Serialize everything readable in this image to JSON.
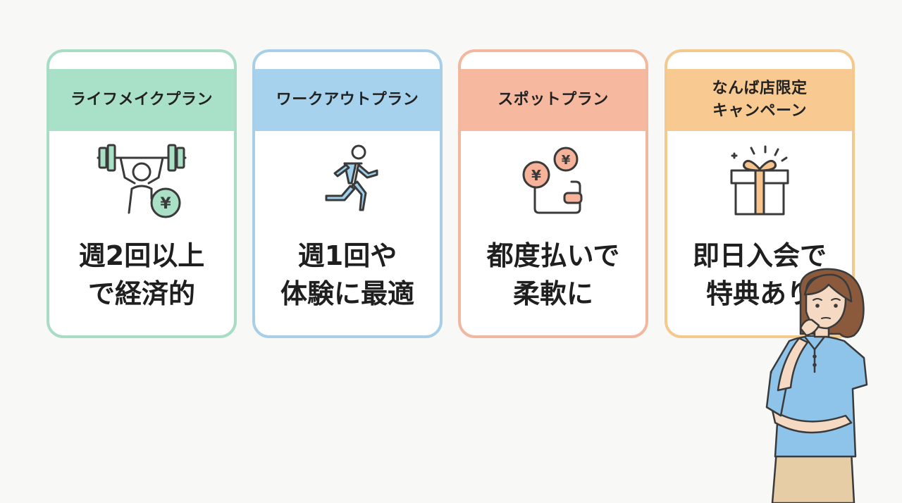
{
  "plans": [
    {
      "title_lines": [
        "ライフメイクプラン"
      ],
      "desc_lines": [
        "週2回以上",
        "で経済的"
      ],
      "icon": "weightlifter-yen-icon",
      "border_color": "#a8dcc4",
      "header_color": "#a8e0c8"
    },
    {
      "title_lines": [
        "ワークアウトプラン"
      ],
      "desc_lines": [
        "週1回や",
        "体験に最適"
      ],
      "icon": "runner-icon",
      "border_color": "#a9cfe8",
      "header_color": "#a6d2ee"
    },
    {
      "title_lines": [
        "スポットプラン"
      ],
      "desc_lines": [
        "都度払いで",
        "柔軟に"
      ],
      "icon": "wallet-yen-icon",
      "border_color": "#f2b89f",
      "header_color": "#f7b8a0"
    },
    {
      "title_lines": [
        "なんば店限定",
        "キャンペーン"
      ],
      "desc_lines": [
        "即日入会で",
        "特典あり"
      ],
      "icon": "gift-box-icon",
      "border_color": "#f4c98e",
      "header_color": "#f8c990"
    }
  ],
  "colors": {
    "icon_stroke": "#3a3a3a",
    "green_fill": "#a9e0c6",
    "blue_fill": "#9fd0ee",
    "salmon_fill": "#f6b39a",
    "orange_fill": "#f6c48c",
    "shirt": "#8ec3ea",
    "hair": "#8b5a3c",
    "skin": "#f6d9c2",
    "pants": "#e6cda6"
  }
}
